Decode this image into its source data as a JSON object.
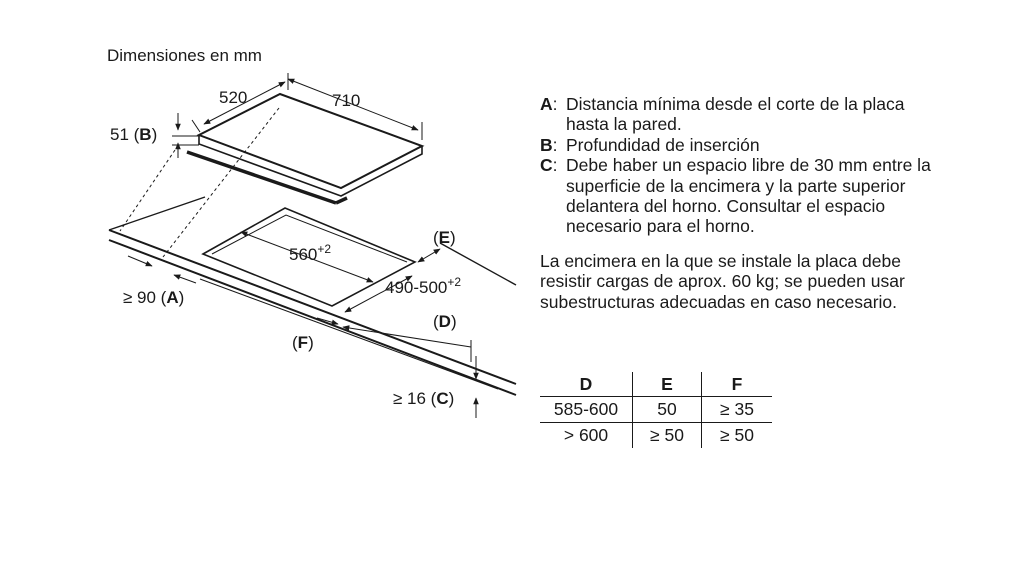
{
  "title": "Dimensiones en mm",
  "dimensions": {
    "width_label": "710",
    "depth_label": "520",
    "height_label": "51 (B)",
    "cutout_width": "560",
    "cutout_width_tol": "+2",
    "cutout_depth": "490-500",
    "cutout_depth_tol": "+2",
    "label_e": "(E)",
    "label_d": "(D)",
    "label_f": "(F)",
    "label_a": "≥ 90 (A)",
    "label_c": "≥ 16 (C)"
  },
  "legend": [
    {
      "key": "A",
      "sep": ":",
      "text": "Distancia mínima desde el corte de la placa hasta la pared."
    },
    {
      "key": "B",
      "sep": ":",
      "text": "Profundidad de inserción"
    },
    {
      "key": "C",
      "sep": ":",
      "text": "Debe haber un espacio libre de 30 mm entre la superficie de la encimera y la parte superior delantera del horno. Consultar el espacio necesario para el horno."
    }
  ],
  "note": "La encimera en la que se instale la placa debe resistir cargas de aprox. 60 kg; se pueden usar subestructuras adecuadas en caso necesario.",
  "table": {
    "headers": [
      "D",
      "E",
      "F"
    ],
    "rows": [
      [
        "585-600",
        "50",
        "≥ 35"
      ],
      [
        "> 600",
        "≥ 50",
        "≥ 50"
      ]
    ]
  }
}
